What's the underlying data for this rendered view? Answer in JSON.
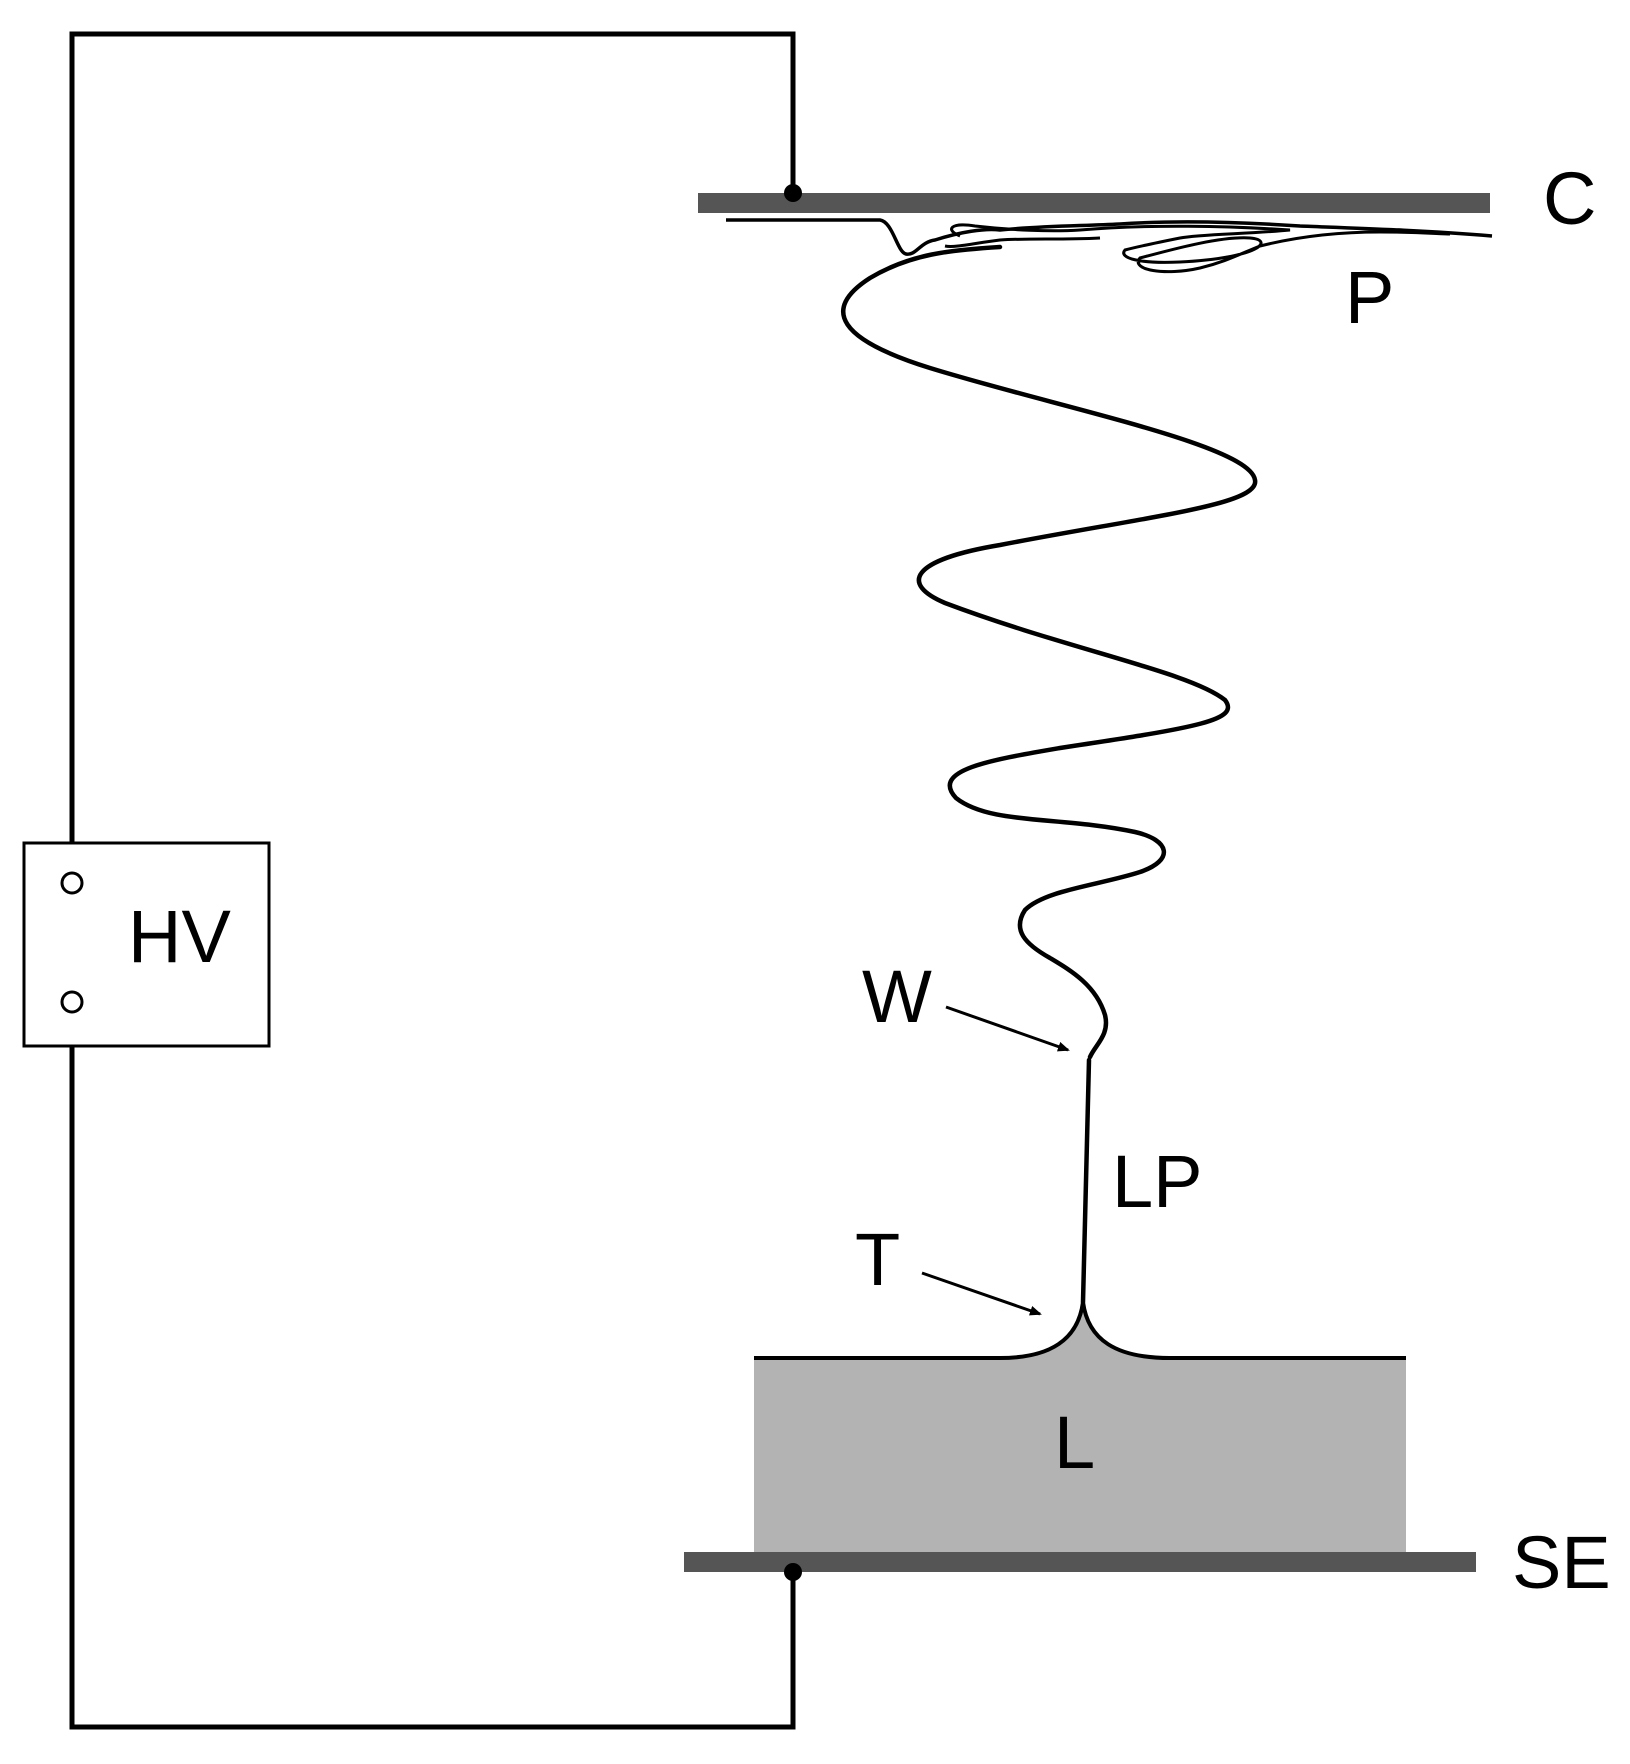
{
  "labels": {
    "collector": "C",
    "product": "P",
    "whipping": "W",
    "straight_jet": "LP",
    "taylor_cone": "T",
    "liquid": "L",
    "spinneret_electrode": "SE",
    "power_supply": "HV"
  },
  "colors": {
    "wire": "#000000",
    "electrode": "#555555",
    "liquid_fill": "#b3b3b3",
    "background": "#ffffff"
  }
}
